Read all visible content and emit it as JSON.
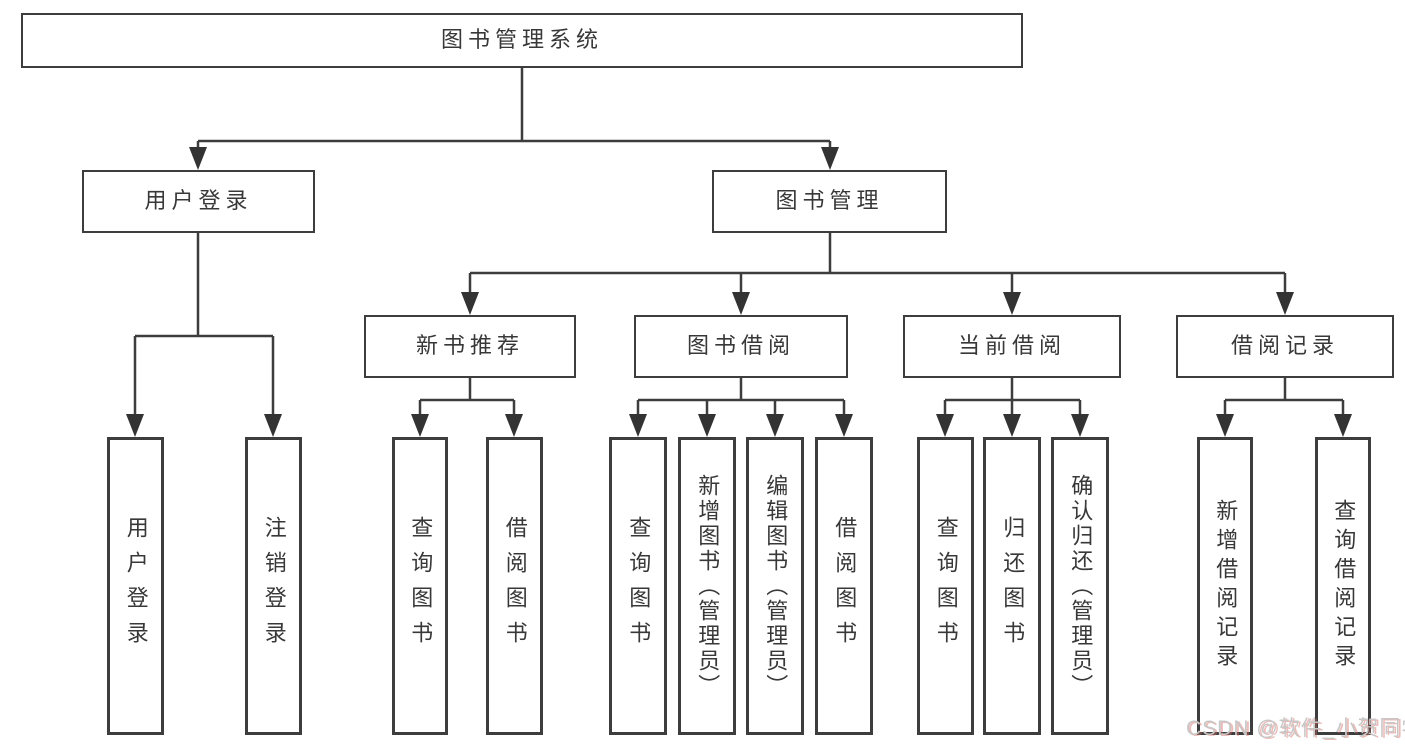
{
  "tree": {
    "label": "图书管理系统",
    "children": [
      {
        "label": "用户登录",
        "children": [
          {
            "label": "用户登录"
          },
          {
            "label": "注销登录"
          }
        ]
      },
      {
        "label": "图书管理",
        "children": [
          {
            "label": "新书推荐",
            "children": [
              {
                "label": "查询图书"
              },
              {
                "label": "借阅图书"
              }
            ]
          },
          {
            "label": "图书借阅",
            "children": [
              {
                "label": "查询图书"
              },
              {
                "label": "新增图书（管理员）"
              },
              {
                "label": "编辑图书（管理员）"
              },
              {
                "label": "借阅图书"
              }
            ]
          },
          {
            "label": "当前借阅",
            "children": [
              {
                "label": "查询图书"
              },
              {
                "label": "归还图书"
              },
              {
                "label": "确认归还（管理员）"
              }
            ]
          },
          {
            "label": "借阅记录",
            "children": [
              {
                "label": "新增借阅记录"
              },
              {
                "label": "查询借阅记录"
              }
            ]
          }
        ]
      }
    ]
  },
  "watermark": {
    "text": "CSDN @软件_小贺同学"
  },
  "colors": {
    "line": "#3d3d3d",
    "text": "#383838",
    "box_background": "#ffffff",
    "watermark": "#c7c7c7"
  }
}
